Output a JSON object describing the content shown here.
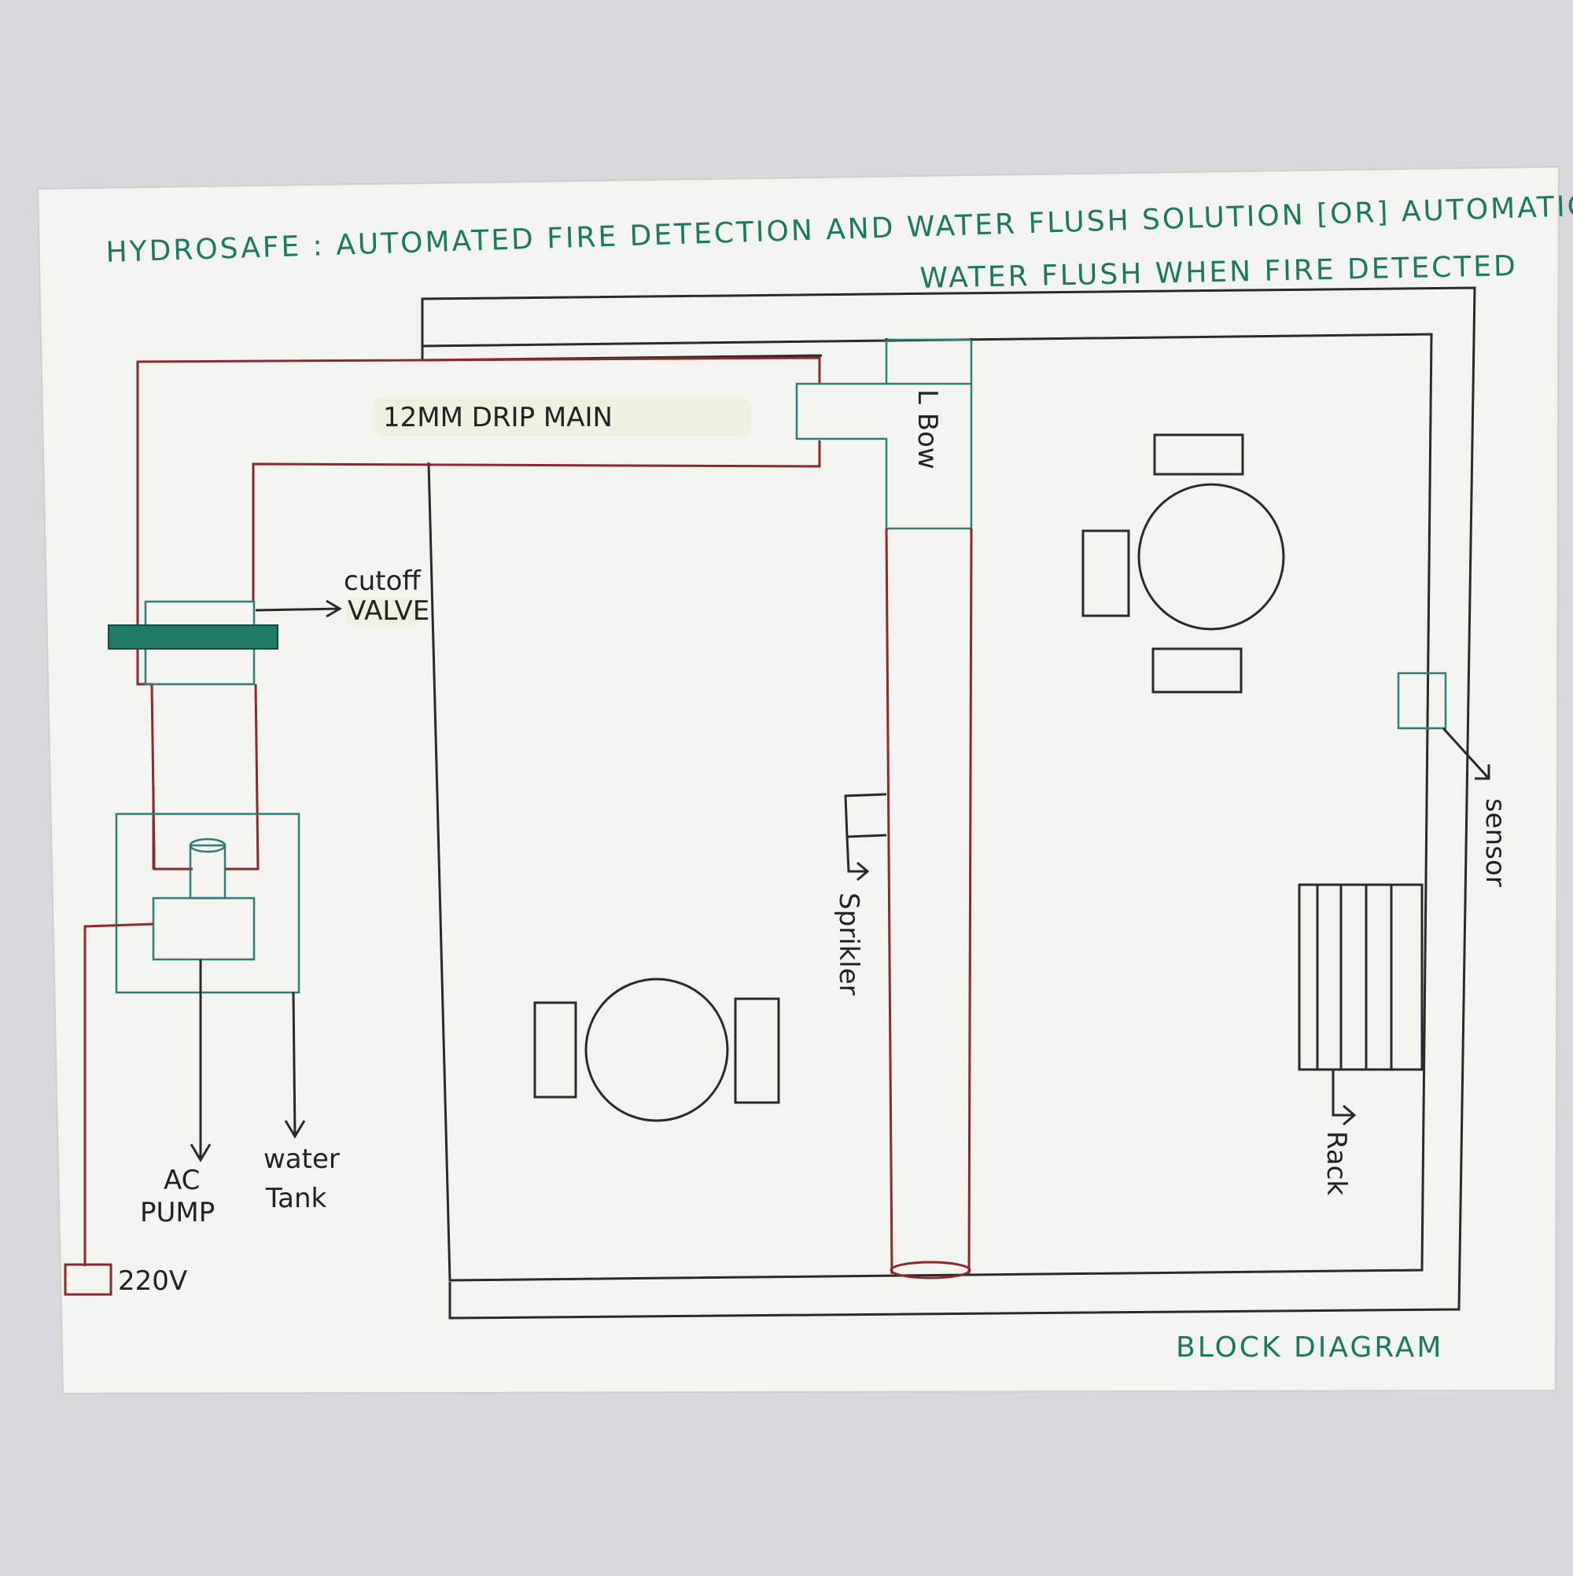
{
  "title": {
    "line1": "HYDROSAFE : AUTOMATED FIRE DETECTION AND WATER FLUSH SOLUTION [OR] AUTOMATIC",
    "line2": "WATER FLUSH WHEN FIRE DETECTED"
  },
  "labels": {
    "drip_main": "12MM DRIP MAIN",
    "cutoff": "cutoff",
    "valve": "VALVE",
    "l_bow": "L Bow",
    "sprinkler": "Sprikler",
    "sensor": "sensor",
    "rack": "Rack",
    "ac": "AC",
    "pump": "PUMP",
    "water": "water",
    "tank": "Tank",
    "voltage": "220V",
    "footer": "BLOCK DIAGRAM"
  },
  "colors": {
    "background": "#d9d9dd",
    "paper": "#f3f3ef",
    "title_ink": "#1b7a5a",
    "pipe_red": "#8a2a2e",
    "valve_green": "#1f7a66",
    "outline": "#2a2a2a"
  }
}
